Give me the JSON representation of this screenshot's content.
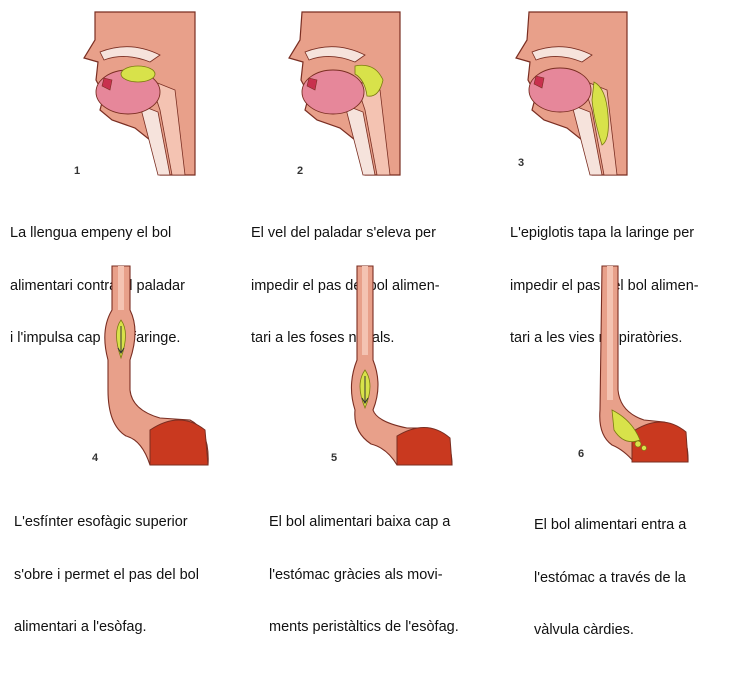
{
  "colors": {
    "tissue": "#e8a08a",
    "tissue_light": "#f4c3b2",
    "outline": "#7a2e22",
    "bolus": "#d8e24a",
    "tongue": "#e6879a",
    "stomach": "#c9391f",
    "cavity": "#f6e3dc"
  },
  "steps": [
    {
      "number": "1",
      "caption_lines": [
        "La llengua empeny el bol",
        "alimentari contra el paladar",
        "i l'impulsa cap a la faringe."
      ]
    },
    {
      "number": "2",
      "caption_lines": [
        "El vel del paladar s'eleva per",
        "impedir el pas del bol alimen-",
        "tari a les foses nasals."
      ]
    },
    {
      "number": "3",
      "caption_lines": [
        "L'epiglotis tapa la laringe per",
        "impedir el pas del bol alimen-",
        "tari a les vies respiratòries."
      ]
    },
    {
      "number": "4",
      "caption_lines": [
        "L'esfínter esofàgic superior",
        "s'obre i permet el pas del bol",
        "alimentari a l'esòfag."
      ]
    },
    {
      "number": "5",
      "caption_lines": [
        "El bol alimentari baixa cap a",
        "l'estómac gràcies als movi-",
        "ments peristàltics de l'esòfag."
      ]
    },
    {
      "number": "6",
      "caption_lines": [
        "El bol alimentari entra a",
        "l'estómac a través de la",
        "vàlvula càrdies."
      ]
    }
  ]
}
